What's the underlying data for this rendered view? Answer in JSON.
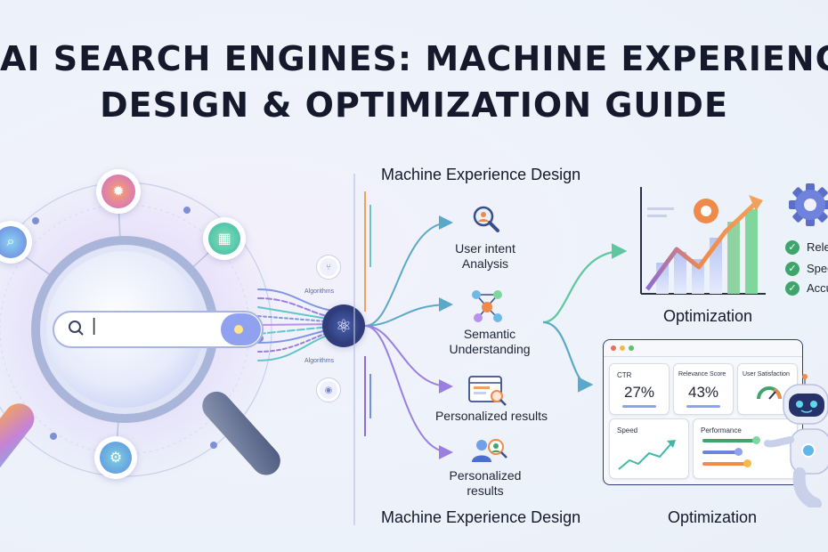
{
  "title": {
    "line1": "AI SEARCH ENGINES: MACHINE EXPERIENCE",
    "line2": "DESIGN & OPTIMIZATION GUIDE"
  },
  "search": {
    "placeholder": "|"
  },
  "algorithms_labels": [
    "Algorithms",
    "Algorithms"
  ],
  "mxd": {
    "heading_top": "Machine Experience Design",
    "heading_bottom": "Machine Experience Design",
    "items": [
      {
        "label": "User intent\nAnalysis",
        "icon": "magnifier-icon"
      },
      {
        "label": "Semantic\nUnderstanding",
        "icon": "network-icon"
      },
      {
        "label": "Personalized results",
        "icon": "browser-search-icon"
      },
      {
        "label": "Personalized\nresults",
        "icon": "users-icon"
      }
    ]
  },
  "optimization": {
    "heading_top": "Optimization",
    "heading_bottom": "Optimization",
    "checklist": [
      "Relevance",
      "Speed",
      "Accuracy"
    ]
  },
  "dashboard": {
    "cards": [
      {
        "title": "CTR",
        "value": "27%"
      },
      {
        "title": "Relevance Score",
        "value": "43%"
      },
      {
        "title": "User Satisfaction",
        "value": ""
      }
    ],
    "speed_label": "Speed",
    "performance_label": "Performance"
  },
  "colors": {
    "blue": "#4a6fd1",
    "purple": "#8f6bd8",
    "teal": "#3fb8a6",
    "orange": "#f08a4b",
    "green": "#3fa56a",
    "dark_text": "#141a2b"
  }
}
